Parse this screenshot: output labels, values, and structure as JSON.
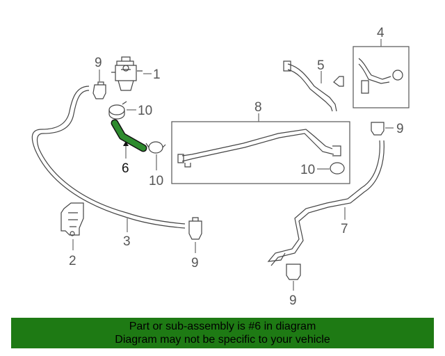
{
  "diagram": {
    "callouts": {
      "c1": "1",
      "c2": "2",
      "c3": "3",
      "c4": "4",
      "c5": "5",
      "c6": "6",
      "c7": "7",
      "c8": "8",
      "c9a": "9",
      "c9b": "9",
      "c9c": "9",
      "c9d": "9",
      "c10a": "10",
      "c10b": "10",
      "c10c": "10"
    },
    "highlighted_part": "6",
    "highlight_color": "#2e8b2e"
  },
  "banner": {
    "line1": "Part or sub-assembly is #6 in diagram",
    "line2": "Diagram may not be specific to your vehicle",
    "background": "#1e7a14"
  }
}
